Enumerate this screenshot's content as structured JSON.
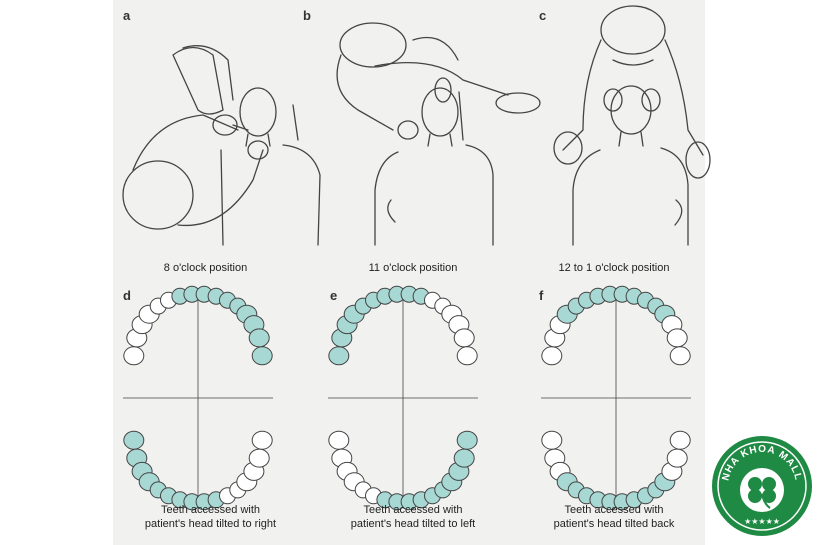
{
  "panels": [
    {
      "letter": "a",
      "caption": "8 o'clock position"
    },
    {
      "letter": "b",
      "caption": "11 o'clock position"
    },
    {
      "letter": "c",
      "caption": "12 to 1 o'clock position"
    },
    {
      "letter": "d",
      "caption_line1": "Teeth accessed with",
      "caption_line2": "patient's head tilted to right"
    },
    {
      "letter": "e",
      "caption_line1": "Teeth accessed with",
      "caption_line2": "patient's head tilted to left"
    },
    {
      "letter": "f",
      "caption_line1": "Teeth accessed with",
      "caption_line2": "patient's head tilted back"
    }
  ],
  "logo": {
    "text": "NHA KHOA MALL",
    "stars": "★★★★★"
  },
  "colors": {
    "highlight": "#a8d8d4",
    "line": "#444444",
    "logo_green": "#1f8a43"
  }
}
